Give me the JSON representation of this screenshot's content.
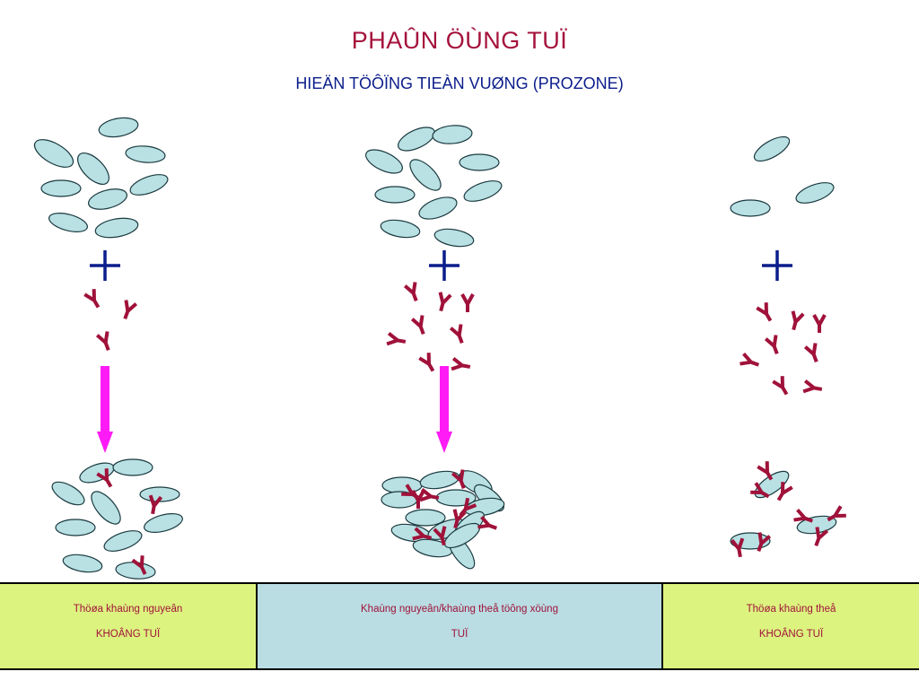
{
  "header": {
    "title": "PHAÛN ÖÙNG TUÏ",
    "subtitle": "HIEÄN TÖÔÏNG TIEÀN VUØNG (PROZONE)"
  },
  "colors": {
    "title": "#a5123c",
    "subtitle": "#0b1d8c",
    "antigen_fill": "#b9e0e3",
    "antigen_stroke": "#1a3a40",
    "antibody": "#a0123a",
    "plus": "#0b1d8c",
    "arrow": "#ff1bf5",
    "cell_left_bg": "#ddf37f",
    "cell_mid_bg": "#b9dde3",
    "cell_right_bg": "#ddf37f",
    "cell_text": "#a0123a"
  },
  "icons": {
    "antigen": "ellipse-antigen-icon",
    "antibody": "y-shaped-antibody-icon",
    "plus": "plus-sign-icon",
    "arrow": "down-arrow-icon"
  },
  "table": {
    "left": {
      "line1": "Thöøa khaùng nguyeân",
      "line2": "KHOÂNG TUÏ"
    },
    "mid": {
      "line1": "Khaùng nguyeân/khaùng theå töông xöùng",
      "line2": "TUÏ"
    },
    "right": {
      "line1": "Thöøa khaùng theå",
      "line2": "KHOÂNG TUÏ"
    }
  }
}
